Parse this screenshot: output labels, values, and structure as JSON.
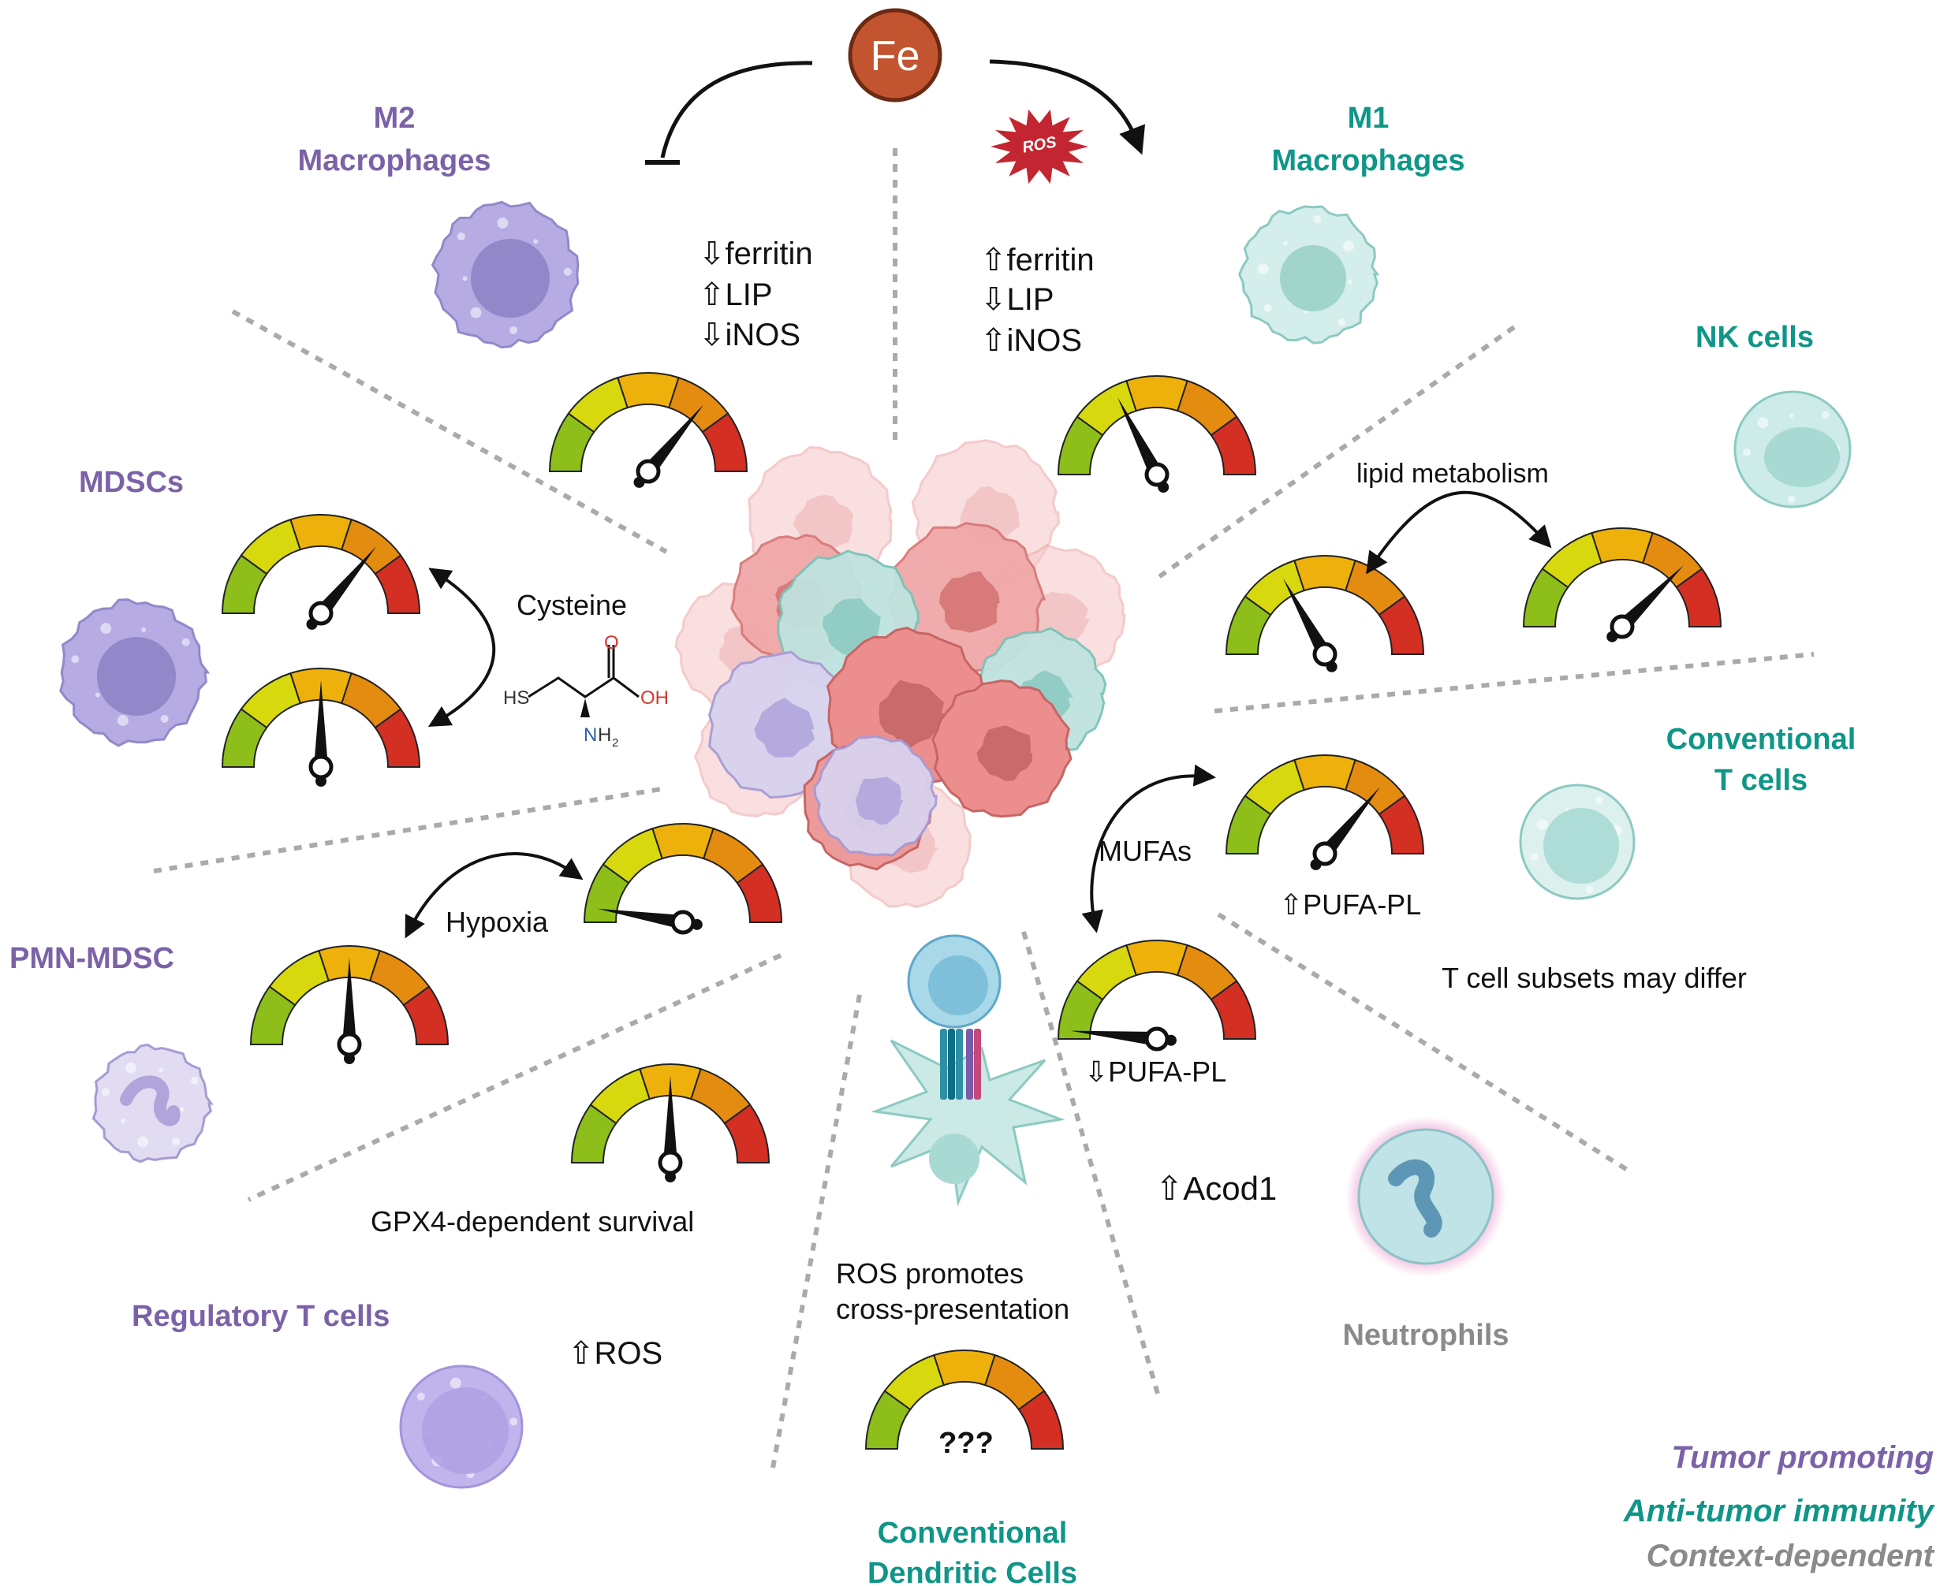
{
  "center": {
    "element": "Fe",
    "ros_badge": "ROS"
  },
  "cells": {
    "m2": {
      "line1": "M2",
      "line2": "Macrophages",
      "markers": [
        "⇩ferritin",
        "⇧LIP",
        "⇩iNOS"
      ]
    },
    "m1": {
      "line1": "M1",
      "line2": "Macrophages",
      "markers": [
        "⇧ferritin",
        "⇩LIP",
        "⇧iNOS"
      ]
    },
    "nk": {
      "label": "NK cells",
      "note": "lipid metabolism"
    },
    "mdsc": {
      "label": "MDSCs",
      "note": "Cysteine"
    },
    "conv_t": {
      "line1": "Conventional",
      "line2": "T cells",
      "mufa": "MUFAs",
      "pufa_up": "⇧PUFA-PL",
      "pufa_down": "⇩PUFA-PL",
      "subsets": "T cell subsets may differ"
    },
    "pmn": {
      "label": "PMN-MDSC",
      "note": "Hypoxia"
    },
    "treg": {
      "label": "Regulatory T cells",
      "survival": "GPX4-dependent survival",
      "ros": "⇧ROS"
    },
    "dc": {
      "line1": "Conventional",
      "line2": "Dendritic Cells",
      "ros1": "ROS promotes",
      "ros2": "cross-presentation",
      "unknown": "???"
    },
    "neutrophils": {
      "label": "Neutrophils",
      "acod": "⇧Acod1"
    }
  },
  "cysteine_structure": {
    "sh": "HS",
    "oxygen": "O",
    "oh": "OH",
    "n": "N",
    "h2": "H"
  },
  "legend": {
    "promoting": "Tumor promoting",
    "anti": "Anti-tumor immunity",
    "context": "Context-dependent"
  },
  "colors": {
    "purple": "#7B62A8",
    "teal": "#0F9688",
    "gray": "#8A8A8A",
    "fe": "#C2542F"
  },
  "gauges": [
    {
      "name": "m2",
      "level": 0.72
    },
    {
      "name": "m1",
      "level": 0.35
    },
    {
      "name": "nk-left",
      "level": 0.34
    },
    {
      "name": "nk-right",
      "level": 0.75
    },
    {
      "name": "mdsc-top",
      "level": 0.72
    },
    {
      "name": "mdsc-bottom",
      "level": 0.5
    },
    {
      "name": "conv-t-top",
      "level": 0.72
    },
    {
      "name": "conv-t-bottom",
      "level": 0.03
    },
    {
      "name": "pmn-top",
      "level": 0.05
    },
    {
      "name": "pmn-bottom",
      "level": 0.5
    },
    {
      "name": "treg",
      "level": 0.5
    },
    {
      "name": "dc",
      "level": null
    }
  ]
}
